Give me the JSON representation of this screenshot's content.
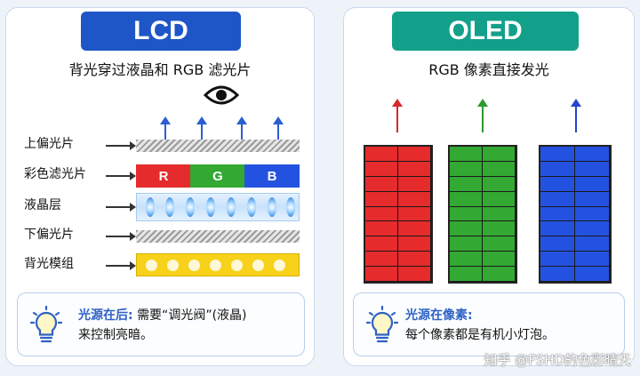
{
  "lcd": {
    "title": "LCD",
    "subtitle": "背光穿过液晶和 RGB 滤光片",
    "layers": [
      {
        "label": "上偏光片"
      },
      {
        "label": "彩色滤光片"
      },
      {
        "label": "液晶层"
      },
      {
        "label": "下偏光片"
      },
      {
        "label": "背光模组"
      }
    ],
    "filter_letters": [
      "R",
      "G",
      "B"
    ],
    "info": {
      "title": "光源在后:",
      "text_line1": "需要“调光阀”(液晶)",
      "text_line2": "来控制亮暗。"
    }
  },
  "oled": {
    "title": "OLED",
    "subtitle": "RGB 像素直接发光",
    "info": {
      "title": "光源在像素:",
      "text": "每个像素都是有机小灯泡。"
    }
  },
  "watermark": "知乎 @FSHD的色彩晴天",
  "icons": [
    "eye-icon",
    "lightbulb-icon"
  ],
  "colors": {
    "lcd_header": "#1e56c8",
    "oled_header": "#13a08a",
    "red": "#e52b2b",
    "green": "#33a833",
    "blue": "#2452e0",
    "backlight": "#f7d11a"
  }
}
